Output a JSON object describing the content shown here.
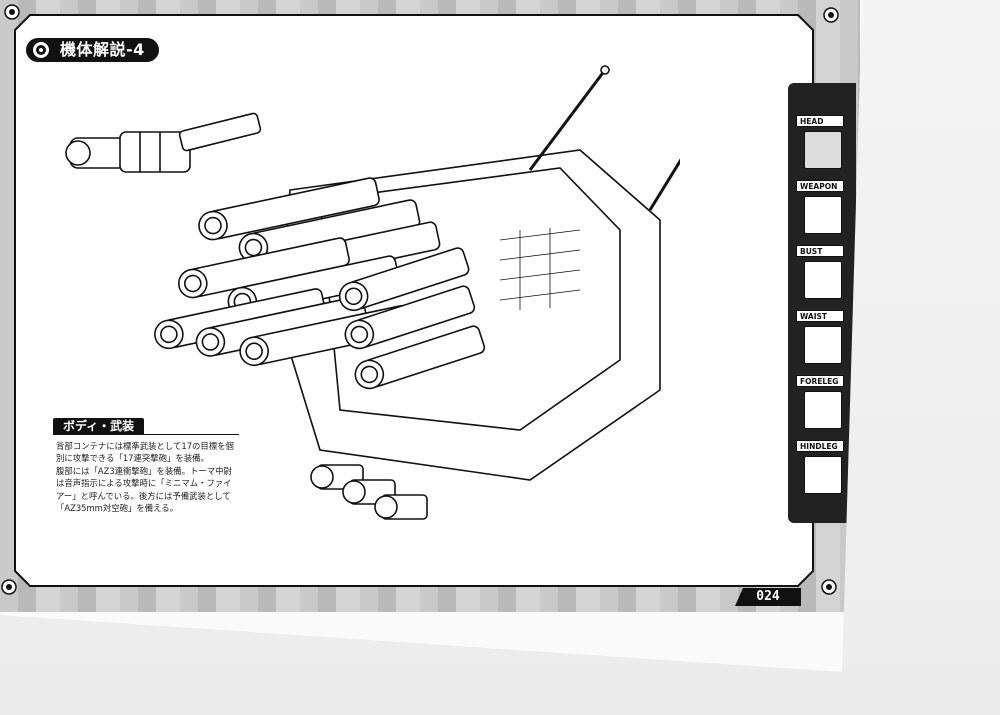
{
  "page": {
    "title": "機体解説-4",
    "page_number": "024"
  },
  "section": {
    "heading": "ボディ・武装",
    "paragraphs": [
      "背部コンテナには標準武装として17の目標を個別に攻撃できる「17連突撃砲」を装備。",
      "腹部には「AZ3連衝撃砲」を装備。トーマ中尉は音声指示による攻撃時に「ミニマム・ファイアー」と呼んでいる。後方には予備武装として「AZ35mm対空砲」を備える。"
    ]
  },
  "nav": {
    "items": [
      {
        "label": "HEAD",
        "icon": "head-thumbnail",
        "active": true
      },
      {
        "label": "WEAPON",
        "icon": "weapon-thumbnail",
        "active": false
      },
      {
        "label": "BUST",
        "icon": "bust-thumbnail",
        "active": false
      },
      {
        "label": "WAIST",
        "icon": "waist-thumbnail",
        "active": false
      },
      {
        "label": "FORELEG",
        "icon": "foreleg-thumbnail",
        "active": false
      },
      {
        "label": "HINDLEG",
        "icon": "hindleg-thumbnail",
        "active": false
      }
    ]
  },
  "colors": {
    "frame": "#c4c4c4",
    "accent": "#111111",
    "panel": "#ffffff"
  }
}
